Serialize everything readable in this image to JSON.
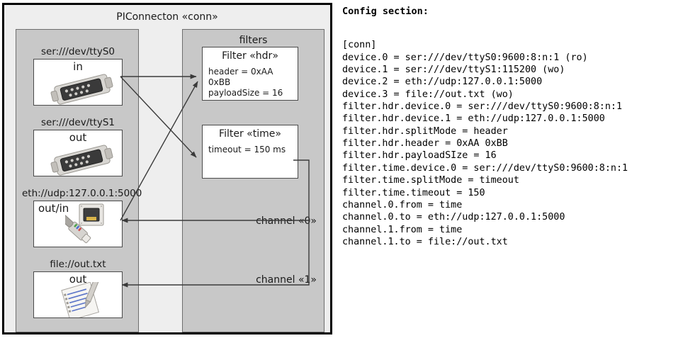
{
  "diagram": {
    "title": "PIConnecton «conn»",
    "devices_panel": {
      "title": "",
      "items": [
        {
          "label": "ser:///dev/ttyS0",
          "direction": "in",
          "icon": "serial-port-icon"
        },
        {
          "label": "ser:///dev/ttyS1",
          "direction": "out",
          "icon": "serial-port-icon"
        },
        {
          "label": "eth://udp:127.0.0.1:5000",
          "direction": "out/in",
          "icon": "ethernet-jack-icon"
        },
        {
          "label": "file://out.txt",
          "direction": "out",
          "icon": "text-document-icon"
        }
      ]
    },
    "filters_panel": {
      "title": "filters",
      "filters": [
        {
          "title": "Filter «hdr»",
          "props": [
            "header = 0xAA 0xBB",
            "payloadSize = 16"
          ]
        },
        {
          "title": "Filter «time»",
          "props": [
            "timeout = 150 ms"
          ]
        }
      ],
      "channels": [
        {
          "label": "channel «0»"
        },
        {
          "label": "channel «1»"
        }
      ]
    }
  },
  "config": {
    "heading": "Config section:",
    "text": "[conn]\ndevice.0 = ser:///dev/ttyS0:9600:8:n:1 (ro)\ndevice.1 = ser:///dev/ttyS1:115200 (wo)\ndevice.2 = eth://udp:127.0.0.1:5000\ndevice.3 = file://out.txt (wo)\nfilter.hdr.device.0 = ser:///dev/ttyS0:9600:8:n:1\nfilter.hdr.device.1 = eth://udp:127.0.0.1:5000\nfilter.hdr.splitMode = header\nfilter.hdr.header = 0xAA 0xBB\nfilter.hdr.payloadSIze = 16\nfilter.time.device.0 = ser:///dev/ttyS0:9600:8:n:1\nfilter.time.splitMode = timeout\nfilter.time.timeout = 150\nchannel.0.from = time\nchannel.0.to = eth://udp:127.0.0.1:5000\nchannel.1.from = time\nchannel.1.to = file://out.txt"
  },
  "colors": {
    "frame_border": "#000000",
    "frame_fill": "#eeeeee",
    "panel_fill": "#c8c8c8",
    "panel_border": "#6e6e6e",
    "box_fill": "#ffffff",
    "box_border": "#4a4a4a",
    "connector": "#3a3a3a"
  }
}
